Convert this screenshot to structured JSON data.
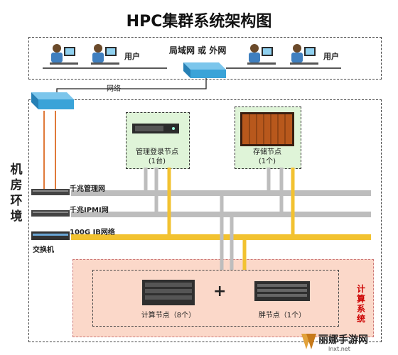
{
  "title": "HPC集群系统架构图",
  "network": {
    "lan_label": "局域网 或 外网",
    "user_label_left": "用户",
    "user_label_right": "用户",
    "link_label": "网络"
  },
  "room_label": "机房环境",
  "nodes": {
    "mgmt_name": "管理登录节点",
    "mgmt_count": "(1台)",
    "storage_name": "存储节点",
    "storage_count": "(1个)",
    "compute_name": "计算节点（8个）",
    "fat_name": "胖节点（1个）",
    "plus": "+",
    "compute_system_label": "计算系统"
  },
  "networks": {
    "gigabit_mgmt": "千兆管理网",
    "gigabit_ipmi": "千兆IPMI网",
    "ib": "100G IB网络",
    "switch_label": "交换机"
  },
  "watermark": {
    "text": "丽娜手游网",
    "sub": "lnxt.net"
  },
  "colors": {
    "gray_line": "#bdbdbd",
    "yellow_line": "#f2c230",
    "orange_line": "#e07a3a",
    "switch_blue": "#3aa3d8",
    "green_box": "#dff4d8",
    "pink_area": "#fbd8c9",
    "accent_red": "#cc0000"
  }
}
